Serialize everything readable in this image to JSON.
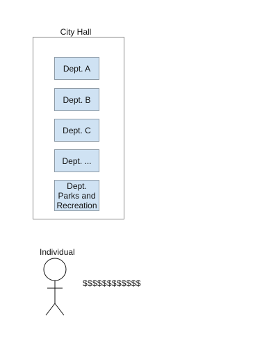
{
  "city_hall": {
    "title": "City Hall",
    "departments": [
      "Dept. A",
      "Dept. B",
      "Dept. C",
      "Dept. ...",
      "Dept. Parks and Recreation"
    ]
  },
  "individual": {
    "label": "Individual",
    "money": "$$$$$$$$$$$$"
  },
  "colors": {
    "department_fill": "#cfe2f3",
    "outline": "#8a8a8a"
  }
}
